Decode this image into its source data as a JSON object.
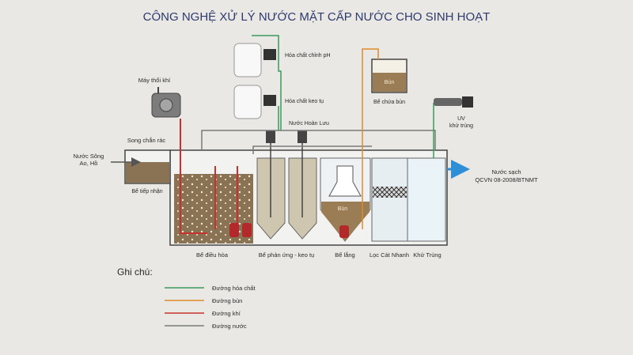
{
  "title": "CÔNG NGHỆ XỬ LÝ NƯỚC MẶT CẤP NƯỚC CHO SINH HOẠT",
  "labels": {
    "source": [
      "Nước Sông",
      "Ao, Hồ"
    ],
    "screen": "Song chắn rác",
    "blower": "Máy thổi khí",
    "chem_ph": "Hóa chất chỉnh pH",
    "chem_coag": "Hóa chất keo tụ",
    "recirc": "Nước Hoàn Lưu",
    "sludge_tank": "Bể chứa bùn",
    "uv": [
      "UV",
      "khử trùng"
    ],
    "clean_water": [
      "Nước sạch",
      "QCVN 08-2008/BTNMT"
    ],
    "receiving": "Bể tiếp nhận",
    "equalization": "Bể điều hòa",
    "reaction": "Bể phản ứng - keo tụ",
    "settling": "Bể lắng",
    "filter": "Lọc Cát Nhanh",
    "disinfect": "Khử Trùng",
    "sludge_word": "Bùn",
    "sludge_word_settle": "Bùn"
  },
  "legend": {
    "heading": "Ghi chú:",
    "items": [
      {
        "label": "Đường hóa chất",
        "color": "#3a9a5c"
      },
      {
        "label": "Đường bùn",
        "color": "#e08a2a"
      },
      {
        "label": "Đường khí",
        "color": "#c8322e"
      },
      {
        "label": "Đường nước",
        "color": "#7a7a7a"
      }
    ]
  },
  "colors": {
    "chemical": "#3a9a5c",
    "sludge": "#e08a2a",
    "air": "#c8322e",
    "water": "#7a7a7a",
    "title": "#2e3a6e",
    "clean_arrow": "#2f8fd6"
  }
}
